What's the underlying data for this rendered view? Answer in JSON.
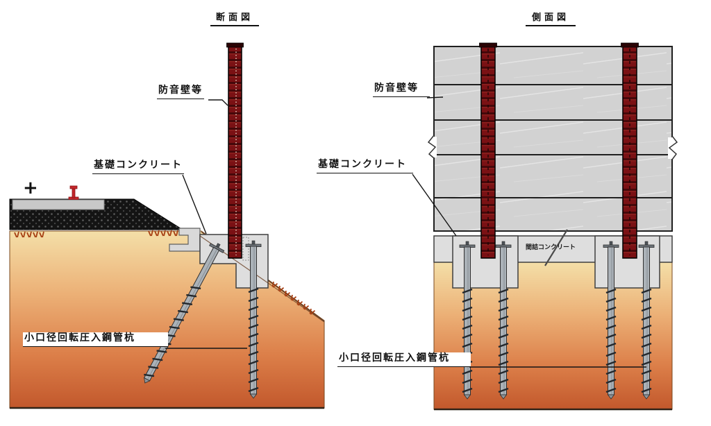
{
  "diagram": {
    "description": "Noise barrier wall pile foundation drawing, two views",
    "left_view": {
      "title": "断面図",
      "labels": {
        "noise_barrier": "防音壁等",
        "foundation_concrete": "基礎コンクリート",
        "steel_pipe_pile": "小口径回転圧入鋼管杭"
      },
      "plus_mark": "+",
      "markers": {
        "rail_icon": "rail-section",
        "ballast": "track-ballast"
      }
    },
    "right_view": {
      "title": "側面図",
      "labels": {
        "noise_barrier": "防音壁等",
        "foundation_concrete": "基礎コンクリート",
        "infill_concrete": "間詰コンクリート",
        "steel_pipe_pile": "小口径回転圧入鋼管杭"
      }
    },
    "colors": {
      "post_red": "#7a1114",
      "post_stripe": "#45080a",
      "panel_gray": "#d2d2d2",
      "foundation_gray": "#dedede",
      "soil_top": "#f4dfa8",
      "soil_mid": "#e9ae6c",
      "soil_bottom": "#c2582c",
      "ballast_black": "#141414",
      "hatch_red": "#a63e12",
      "rail_red": "#c3272b",
      "pile_gray": "#abb2b8",
      "line_dark": "#1a1a1a"
    }
  }
}
